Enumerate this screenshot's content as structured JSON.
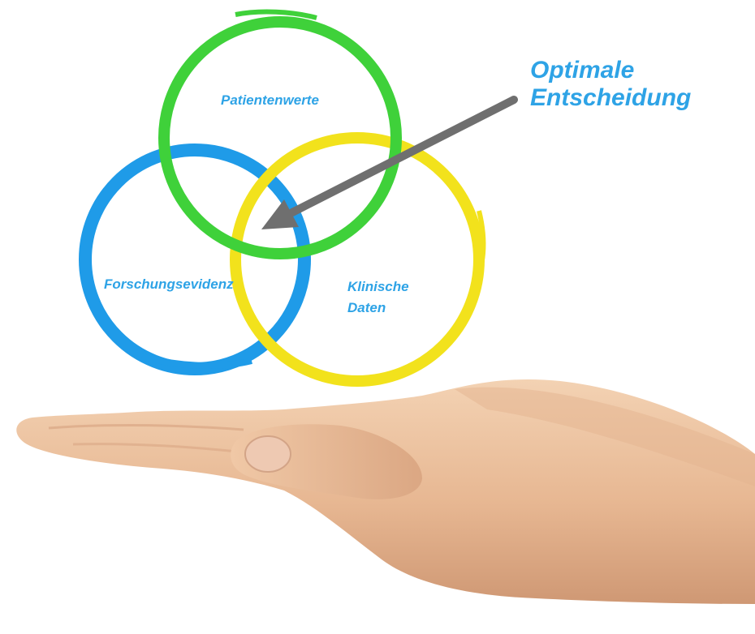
{
  "diagram": {
    "labels": {
      "patientenwerte": "Patientenwerte",
      "forschungsevidenz": "Forschungsevidenz",
      "klinische_line1": "Klinische",
      "klinische_line2": "Daten",
      "optimal_line1": "Optimale",
      "optimal_line2": "Entscheidung"
    },
    "colors": {
      "circle_patient": "#3fd13a",
      "circle_research": "#1f9be8",
      "circle_clinical": "#f2e21c",
      "label_text": "#2ea3e6",
      "arrow": "#6f6f6f",
      "skin": "#e9bf9c"
    },
    "icons": {
      "arrow": "arrow-pointer-icon",
      "hand": "open-hand-illustration"
    }
  }
}
